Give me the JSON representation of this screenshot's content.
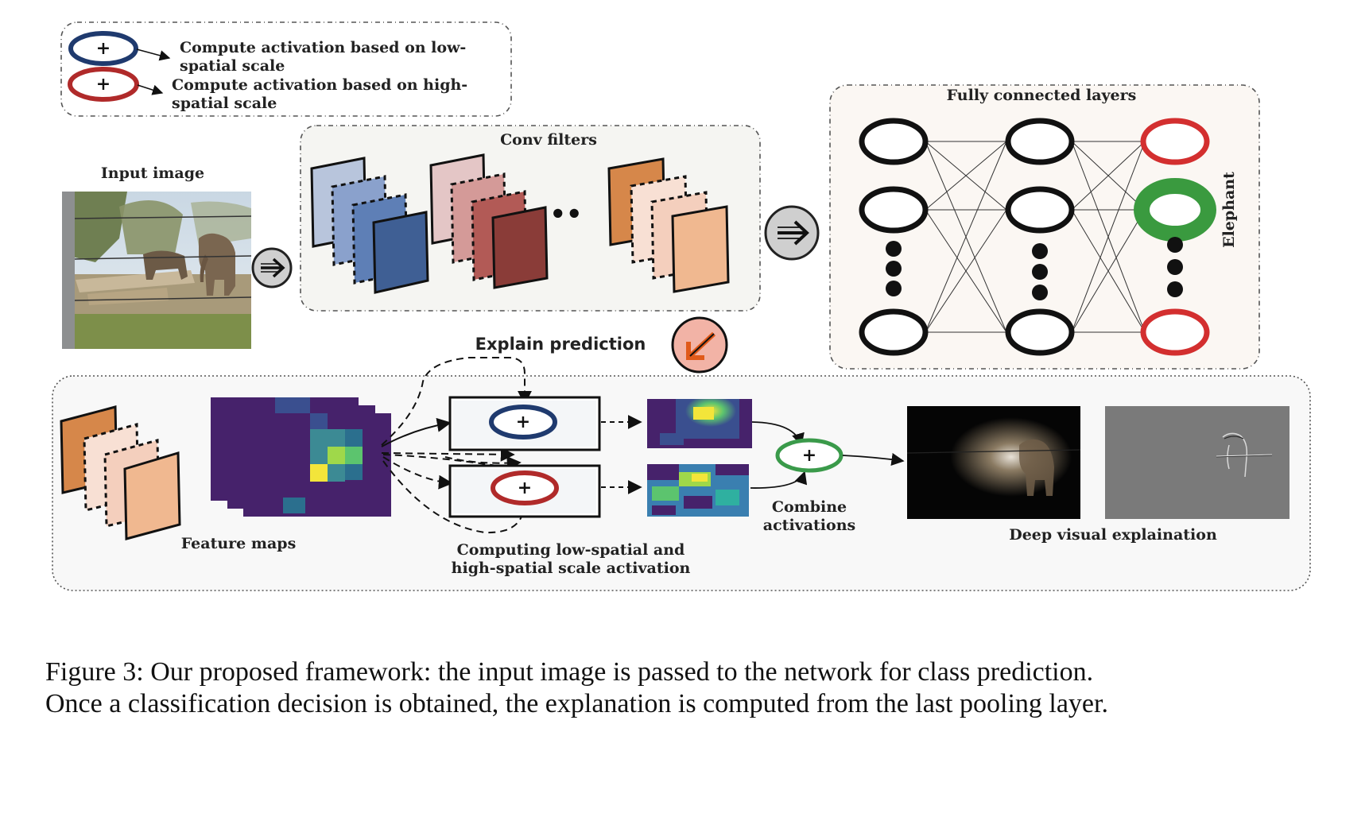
{
  "legend": {
    "low_text_line1": "Compute activation based on low-",
    "low_text_line2": "spatial scale",
    "high_text_line1": "Compute activation based on high-",
    "high_text_line2": "spatial scale",
    "low_color": "#1f3a6e",
    "high_color": "#b02a2a"
  },
  "input": {
    "label": "Input image"
  },
  "conv": {
    "label": "Conv filters",
    "ellipsis": "••"
  },
  "fc": {
    "label": "Fully connected layers",
    "class_label": "Elephant",
    "highlight_color": "#3a9a3f",
    "output_color": "#d32f2f"
  },
  "explain": {
    "label": "Explain prediction",
    "badge_color": "#f2b3a6",
    "arrow_color": "#e05a1a"
  },
  "bottom": {
    "feature_maps_label": "Feature maps",
    "computing_line1": "Computing low-spatial and",
    "computing_line2": "high-spatial scale activation",
    "combine_line1": "Combine",
    "combine_line2": "activations",
    "deep_visual_label": "Deep visual explaination",
    "combine_color": "#3a9a4a"
  },
  "caption": {
    "line1": "Figure 3: Our proposed framework: the input image is passed to the network for class prediction.",
    "line2": "Once a classification decision is obtained, the explanation is computed from the last pooling layer."
  },
  "colors": {
    "blue_filters": [
      "#b8c5dc",
      "#8aa1cc",
      "#5e7fb6",
      "#3f5f94"
    ],
    "red_filters": [
      "#e4c6c6",
      "#d49a98",
      "#b25a56",
      "#8a3c38"
    ],
    "orange_filters": [
      "#d6874a",
      "#f8e0d4",
      "#f4cfbd",
      "#f0b890"
    ],
    "viridis_dark": "#46226b",
    "viridis_mid": "#3c8a94",
    "viridis_light": "#9fd84a",
    "viridis_yellow": "#f3e53a"
  }
}
